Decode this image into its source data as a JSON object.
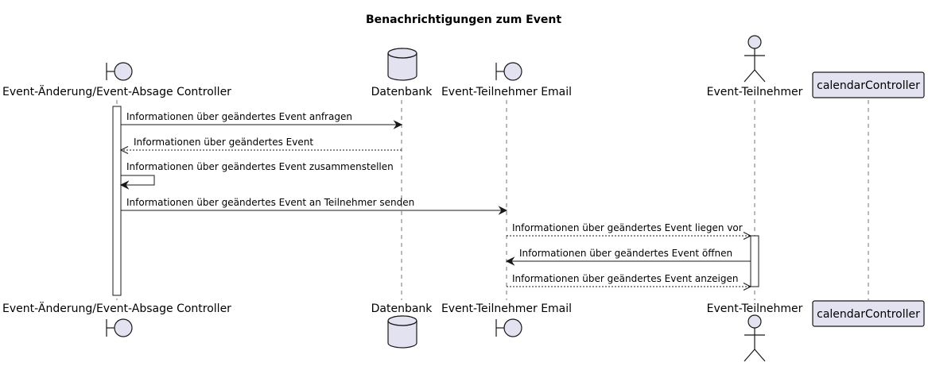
{
  "diagram": {
    "title": "Benachrichtigungen zum Event",
    "participants": [
      {
        "id": "controller",
        "label": "Event-Änderung/Event-Absage Controller",
        "kind": "boundary"
      },
      {
        "id": "db",
        "label": "Datenbank",
        "kind": "database"
      },
      {
        "id": "email",
        "label": "Event-Teilnehmer Email",
        "kind": "boundary"
      },
      {
        "id": "actor",
        "label": "Event-Teilnehmer",
        "kind": "actor"
      },
      {
        "id": "calendar",
        "label": "calendarController",
        "kind": "participant"
      }
    ],
    "messages": [
      {
        "from": "controller",
        "to": "db",
        "label": "Informationen über geändertes Event anfragen",
        "style": "solid"
      },
      {
        "from": "db",
        "to": "controller",
        "label": "Informationen über geändertes Event",
        "style": "dashed"
      },
      {
        "from": "controller",
        "to": "controller",
        "label": "Informationen über geändertes Event zusammenstellen",
        "style": "solid"
      },
      {
        "from": "controller",
        "to": "email",
        "label": "Informationen über geändertes Event an Teilnehmer senden",
        "style": "solid"
      },
      {
        "from": "email",
        "to": "actor",
        "label": "Informationen über geändertes Event liegen vor",
        "style": "dashed"
      },
      {
        "from": "actor",
        "to": "email",
        "label": "Informationen über geändertes Event öffnen",
        "style": "solid"
      },
      {
        "from": "email",
        "to": "actor",
        "label": "Informationen über geändertes Event anzeigen",
        "style": "dashed"
      }
    ],
    "colors": {
      "participant_fill": "#E2E2F0",
      "line": "#181818",
      "background": "#FFFFFF"
    }
  }
}
